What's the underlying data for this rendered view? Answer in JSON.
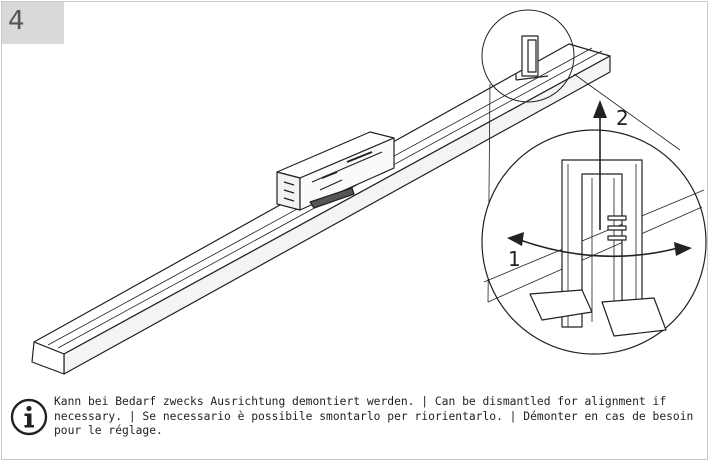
{
  "step": {
    "number": "4"
  },
  "callouts": {
    "arrow_up": "2",
    "arrow_rotate": "1"
  },
  "info": {
    "icon": "info-icon",
    "text": "Kann bei Bedarf zwecks Ausrichtung demontiert werden. | Can be dismantled for alignment if necessary. | Se necessario è possibile smontarlo per riorientarlo. | Démonter en cas de besoin pour le réglage."
  },
  "colors": {
    "panel": "#d9d9d9",
    "border": "#c8c8c8",
    "line": "#222222"
  }
}
